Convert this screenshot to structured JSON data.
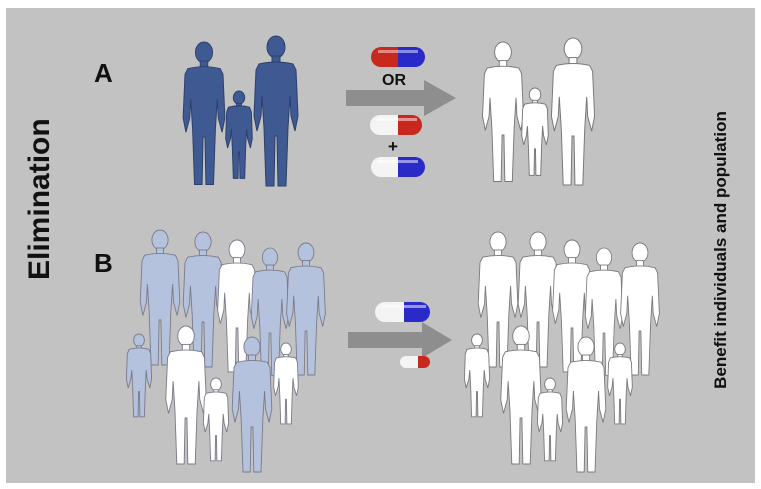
{
  "title": "Elimination",
  "side_note": "Benefit individuals and population",
  "panel_a": {
    "label": "A",
    "connector": "OR",
    "plus": "+"
  },
  "panel_b": {
    "label": "B"
  },
  "colors": {
    "background": "#c2c2c2",
    "infected_dark": "#3f5a92",
    "infected_light": "#b4c2dd",
    "healthy": "#ffffff",
    "arrow": "#8e8e8e",
    "pill_red": "#c8281e",
    "pill_blue": "#2a2ac8",
    "pill_white": "#f4f4f4"
  },
  "icons": [
    "person-silhouette-icon",
    "pill-capsule-icon",
    "arrow-right-icon"
  ]
}
